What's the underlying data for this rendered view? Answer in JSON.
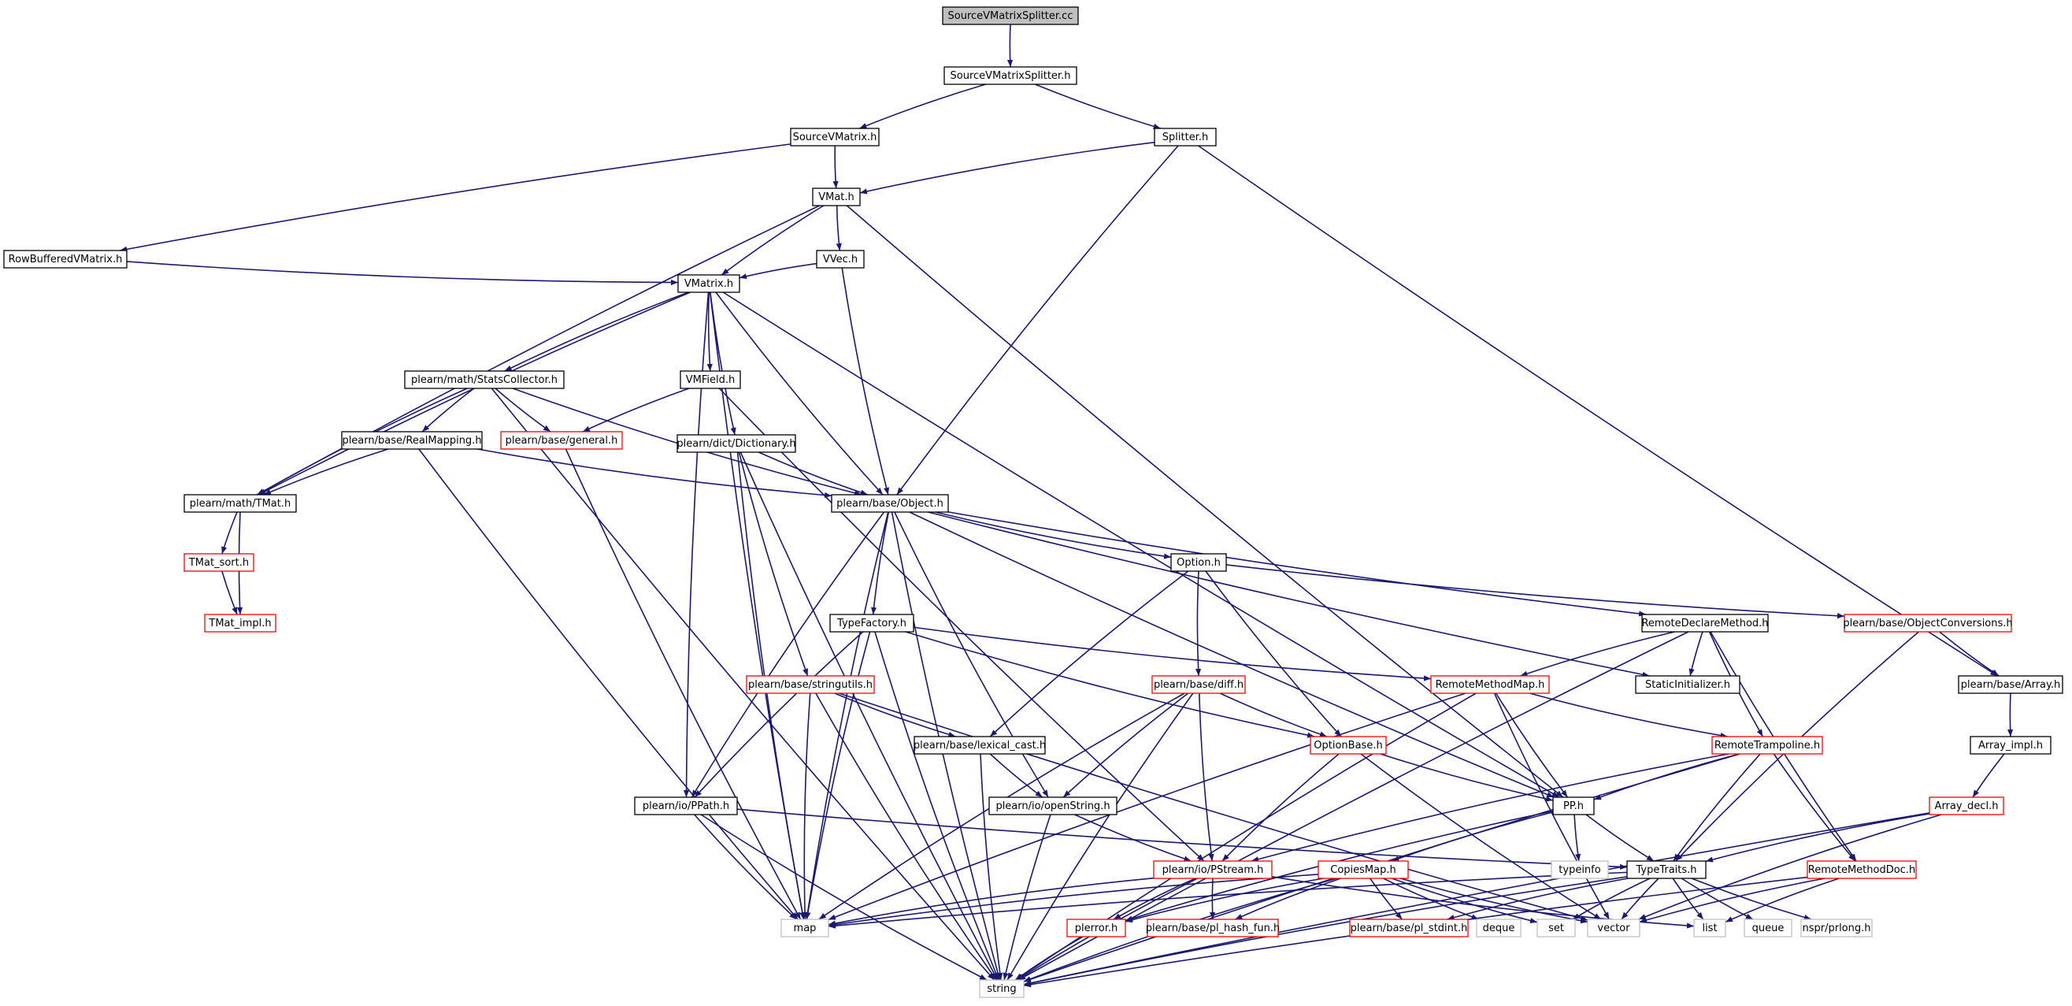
{
  "colors": {
    "edge": "#191970",
    "box_normal": "#000000",
    "box_incomplete": "#ff0000",
    "box_system": "#bfbfbf",
    "root_fill": "#bfbfbf",
    "text": "#000000"
  },
  "nodes": {
    "n_root": {
      "label": "SourceVMatrixSplitter.cc",
      "kind": "root"
    },
    "n_splitter_h2": {
      "label": "SourceVMatrixSplitter.h",
      "kind": "normal"
    },
    "n_sourcevmatrix": {
      "label": "SourceVMatrix.h",
      "kind": "normal"
    },
    "n_splitter": {
      "label": "Splitter.h",
      "kind": "normal"
    },
    "n_vmat": {
      "label": "VMat.h",
      "kind": "normal"
    },
    "n_rowbuffered": {
      "label": "RowBufferedVMatrix.h",
      "kind": "normal"
    },
    "n_vvec": {
      "label": "VVec.h",
      "kind": "normal"
    },
    "n_vmatrix": {
      "label": "VMatrix.h",
      "kind": "normal"
    },
    "n_statscollector": {
      "label": "plearn/math/StatsCollector.h",
      "kind": "normal"
    },
    "n_vmfield": {
      "label": "VMField.h",
      "kind": "normal"
    },
    "n_realmapping": {
      "label": "plearn/base/RealMapping.h",
      "kind": "normal"
    },
    "n_general": {
      "label": "plearn/base/general.h",
      "kind": "incomplete"
    },
    "n_dictionary": {
      "label": "plearn/dict/Dictionary.h",
      "kind": "normal"
    },
    "n_tmat": {
      "label": "plearn/math/TMat.h",
      "kind": "normal"
    },
    "n_object": {
      "label": "plearn/base/Object.h",
      "kind": "normal"
    },
    "n_tmatsort": {
      "label": "TMat_sort.h",
      "kind": "incomplete"
    },
    "n_tmatimpl": {
      "label": "TMat_impl.h",
      "kind": "incomplete"
    },
    "n_option": {
      "label": "Option.h",
      "kind": "normal"
    },
    "n_typefactory": {
      "label": "TypeFactory.h",
      "kind": "normal"
    },
    "n_remotedeclare": {
      "label": "RemoteDeclareMethod.h",
      "kind": "normal"
    },
    "n_objconv": {
      "label": "plearn/base/ObjectConversions.h",
      "kind": "incomplete"
    },
    "n_stringutils": {
      "label": "plearn/base/stringutils.h",
      "kind": "incomplete"
    },
    "n_diff": {
      "label": "plearn/base/diff.h",
      "kind": "incomplete"
    },
    "n_remotemethodmap": {
      "label": "RemoteMethodMap.h",
      "kind": "incomplete"
    },
    "n_staticinit": {
      "label": "StaticInitializer.h",
      "kind": "normal"
    },
    "n_array": {
      "label": "plearn/base/Array.h",
      "kind": "normal"
    },
    "n_lexicalcast": {
      "label": "plearn/base/lexical_cast.h",
      "kind": "normal"
    },
    "n_optionbase": {
      "label": "OptionBase.h",
      "kind": "incomplete"
    },
    "n_remotetrampoline": {
      "label": "RemoteTrampoline.h",
      "kind": "incomplete"
    },
    "n_arrayimpl": {
      "label": "Array_impl.h",
      "kind": "normal"
    },
    "n_ppath": {
      "label": "plearn/io/PPath.h",
      "kind": "normal"
    },
    "n_openstring": {
      "label": "plearn/io/openString.h",
      "kind": "normal"
    },
    "n_pp": {
      "label": "PP.h",
      "kind": "normal"
    },
    "n_arraydecl": {
      "label": "Array_decl.h",
      "kind": "incomplete"
    },
    "n_pstream": {
      "label": "plearn/io/PStream.h",
      "kind": "incomplete"
    },
    "n_copiesmap": {
      "label": "CopiesMap.h",
      "kind": "incomplete"
    },
    "n_typeinfo": {
      "label": "typeinfo",
      "kind": "system"
    },
    "n_typetraits": {
      "label": "TypeTraits.h",
      "kind": "normal"
    },
    "n_remotemethoddoc": {
      "label": "RemoteMethodDoc.h",
      "kind": "incomplete"
    },
    "n_map": {
      "label": "map",
      "kind": "system"
    },
    "n_plerror": {
      "label": "plerror.h",
      "kind": "incomplete"
    },
    "n_hashfun": {
      "label": "plearn/base/pl_hash_fun.h",
      "kind": "incomplete"
    },
    "n_stdint": {
      "label": "plearn/base/pl_stdint.h",
      "kind": "incomplete"
    },
    "n_deque": {
      "label": "deque",
      "kind": "system"
    },
    "n_set": {
      "label": "set",
      "kind": "system"
    },
    "n_vector": {
      "label": "vector",
      "kind": "system"
    },
    "n_list": {
      "label": "list",
      "kind": "system"
    },
    "n_queue": {
      "label": "queue",
      "kind": "system"
    },
    "n_prlong": {
      "label": "nspr/prlong.h",
      "kind": "system"
    },
    "n_string": {
      "label": "string",
      "kind": "system"
    }
  },
  "edges": [
    [
      "n_root",
      "n_splitter_h2"
    ],
    [
      "n_splitter_h2",
      "n_sourcevmatrix"
    ],
    [
      "n_splitter_h2",
      "n_splitter"
    ],
    [
      "n_sourcevmatrix",
      "n_vmat"
    ],
    [
      "n_sourcevmatrix",
      "n_rowbuffered"
    ],
    [
      "n_splitter",
      "n_vmat"
    ],
    [
      "n_splitter",
      "n_object"
    ],
    [
      "n_splitter",
      "n_array"
    ],
    [
      "n_vmat",
      "n_vvec"
    ],
    [
      "n_vmat",
      "n_vmatrix"
    ],
    [
      "n_vmat",
      "n_tmat"
    ],
    [
      "n_vmat",
      "n_pp"
    ],
    [
      "n_rowbuffered",
      "n_vmatrix"
    ],
    [
      "n_vvec",
      "n_vmatrix"
    ],
    [
      "n_vvec",
      "n_object"
    ],
    [
      "n_vmatrix",
      "n_statscollector"
    ],
    [
      "n_vmatrix",
      "n_vmfield"
    ],
    [
      "n_vmatrix",
      "n_dictionary"
    ],
    [
      "n_vmatrix",
      "n_object"
    ],
    [
      "n_vmatrix",
      "n_tmat"
    ],
    [
      "n_vmatrix",
      "n_ppath"
    ],
    [
      "n_vmatrix",
      "n_pp"
    ],
    [
      "n_vmatrix",
      "n_map"
    ],
    [
      "n_statscollector",
      "n_realmapping"
    ],
    [
      "n_statscollector",
      "n_general"
    ],
    [
      "n_statscollector",
      "n_tmat"
    ],
    [
      "n_statscollector",
      "n_object"
    ],
    [
      "n_statscollector",
      "n_string"
    ],
    [
      "n_vmfield",
      "n_general"
    ],
    [
      "n_vmfield",
      "n_pstream"
    ],
    [
      "n_realmapping",
      "n_object"
    ],
    [
      "n_realmapping",
      "n_tmat"
    ],
    [
      "n_realmapping",
      "n_map"
    ],
    [
      "n_general",
      "n_map"
    ],
    [
      "n_dictionary",
      "n_object"
    ],
    [
      "n_dictionary",
      "n_stringutils"
    ],
    [
      "n_dictionary",
      "n_map"
    ],
    [
      "n_dictionary",
      "n_string"
    ],
    [
      "n_tmat",
      "n_tmatsort"
    ],
    [
      "n_tmat",
      "n_tmatimpl"
    ],
    [
      "n_tmatsort",
      "n_tmatimpl"
    ],
    [
      "n_object",
      "n_option"
    ],
    [
      "n_object",
      "n_typefactory"
    ],
    [
      "n_object",
      "n_remotedeclare"
    ],
    [
      "n_object",
      "n_staticinit"
    ],
    [
      "n_object",
      "n_pp"
    ],
    [
      "n_object",
      "n_ppath"
    ],
    [
      "n_object",
      "n_openstring"
    ],
    [
      "n_object",
      "n_map"
    ],
    [
      "n_object",
      "n_string"
    ],
    [
      "n_option",
      "n_objconv"
    ],
    [
      "n_option",
      "n_diff"
    ],
    [
      "n_option",
      "n_optionbase"
    ],
    [
      "n_option",
      "n_lexicalcast"
    ],
    [
      "n_typefactory",
      "n_remotemethodmap"
    ],
    [
      "n_typefactory",
      "n_optionbase"
    ],
    [
      "n_typefactory",
      "n_ppath"
    ],
    [
      "n_typefactory",
      "n_map"
    ],
    [
      "n_typefactory",
      "n_string"
    ],
    [
      "n_remotedeclare",
      "n_remotemethodmap"
    ],
    [
      "n_remotedeclare",
      "n_staticinit"
    ],
    [
      "n_remotedeclare",
      "n_remotetrampoline"
    ],
    [
      "n_remotedeclare",
      "n_remotemethoddoc"
    ],
    [
      "n_remotedeclare",
      "n_string"
    ],
    [
      "n_objconv",
      "n_array"
    ],
    [
      "n_objconv",
      "n_typetraits"
    ],
    [
      "n_stringutils",
      "n_lexicalcast"
    ],
    [
      "n_stringutils",
      "n_map"
    ],
    [
      "n_stringutils",
      "n_vector"
    ],
    [
      "n_stringutils",
      "n_string"
    ],
    [
      "n_diff",
      "n_optionbase"
    ],
    [
      "n_diff",
      "n_openstring"
    ],
    [
      "n_diff",
      "n_pstream"
    ],
    [
      "n_diff",
      "n_map"
    ],
    [
      "n_diff",
      "n_string"
    ],
    [
      "n_remotemethodmap",
      "n_remotetrampoline"
    ],
    [
      "n_remotemethodmap",
      "n_pp"
    ],
    [
      "n_remotemethodmap",
      "n_map"
    ],
    [
      "n_remotemethodmap",
      "n_vector"
    ],
    [
      "n_remotemethodmap",
      "n_string"
    ],
    [
      "n_array",
      "n_arrayimpl"
    ],
    [
      "n_lexicalcast",
      "n_openstring"
    ],
    [
      "n_lexicalcast",
      "n_string"
    ],
    [
      "n_optionbase",
      "n_pp"
    ],
    [
      "n_optionbase",
      "n_pstream"
    ],
    [
      "n_optionbase",
      "n_vector"
    ],
    [
      "n_remotetrampoline",
      "n_pp"
    ],
    [
      "n_remotetrampoline",
      "n_typetraits"
    ],
    [
      "n_remotetrampoline",
      "n_remotemethoddoc"
    ],
    [
      "n_remotetrampoline",
      "n_pstream"
    ],
    [
      "n_remotetrampoline",
      "n_string"
    ],
    [
      "n_arrayimpl",
      "n_arraydecl"
    ],
    [
      "n_ppath",
      "n_typetraits"
    ],
    [
      "n_ppath",
      "n_map"
    ],
    [
      "n_ppath",
      "n_string"
    ],
    [
      "n_openstring",
      "n_pstream"
    ],
    [
      "n_openstring",
      "n_string"
    ],
    [
      "n_pp",
      "n_copiesmap"
    ],
    [
      "n_pp",
      "n_typeinfo"
    ],
    [
      "n_pp",
      "n_typetraits"
    ],
    [
      "n_pp",
      "n_plerror"
    ],
    [
      "n_arraydecl",
      "n_typetraits"
    ],
    [
      "n_arraydecl",
      "n_vector"
    ],
    [
      "n_arraydecl",
      "n_string"
    ],
    [
      "n_pstream",
      "n_plerror"
    ],
    [
      "n_pstream",
      "n_hashfun"
    ],
    [
      "n_pstream",
      "n_map"
    ],
    [
      "n_pstream",
      "n_string"
    ],
    [
      "n_pstream",
      "n_list"
    ],
    [
      "n_copiesmap",
      "n_plerror"
    ],
    [
      "n_copiesmap",
      "n_hashfun"
    ],
    [
      "n_copiesmap",
      "n_stdint"
    ],
    [
      "n_copiesmap",
      "n_deque"
    ],
    [
      "n_copiesmap",
      "n_set"
    ],
    [
      "n_copiesmap",
      "n_vector"
    ],
    [
      "n_copiesmap",
      "n_map"
    ],
    [
      "n_copiesmap",
      "n_string"
    ],
    [
      "n_typetraits",
      "n_stdint"
    ],
    [
      "n_typetraits",
      "n_set"
    ],
    [
      "n_typetraits",
      "n_vector"
    ],
    [
      "n_typetraits",
      "n_list"
    ],
    [
      "n_typetraits",
      "n_queue"
    ],
    [
      "n_typetraits",
      "n_prlong"
    ],
    [
      "n_typetraits",
      "n_map"
    ],
    [
      "n_typetraits",
      "n_string"
    ],
    [
      "n_remotemethoddoc",
      "n_vector"
    ],
    [
      "n_remotemethoddoc",
      "n_list"
    ],
    [
      "n_remotemethoddoc",
      "n_string"
    ],
    [
      "n_plerror",
      "n_string"
    ]
  ]
}
